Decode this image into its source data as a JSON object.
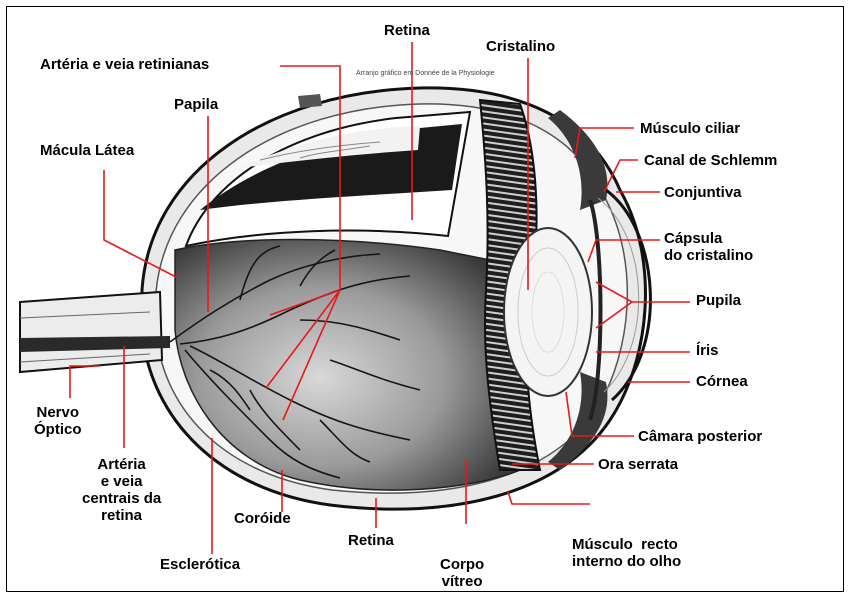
{
  "labels": {
    "retina_top": "Retina",
    "cristalino": "Cristalino",
    "arteria_veia_retinianas": "Artéria e veia retinianas",
    "papila": "Papila",
    "macula_latea": "Mácula Látea",
    "musculo_ciliar": "Músculo ciliar",
    "canal_schlemm": "Canal de Schlemm",
    "conjuntiva": "Conjuntiva",
    "capsula_cristalino": "Cápsula\ndo cristalino",
    "pupila": "Pupila",
    "iris": "Íris",
    "cornea": "Córnea",
    "camara_posterior": "Câmara posterior",
    "ora_serrata": "Ora serrata",
    "musculo_recto": "Músculo  recto\ninterno do olho",
    "nervo_optico": "Nervo\nÓptico",
    "arteria_veia_centrais": "Artéria\ne veia\ncentrais da\nretina",
    "coroide": "Coróide",
    "retina_bottom": "Retina",
    "corpo_vitreo": "Corpo\nvítreo",
    "esclerotica": "Esclerótica"
  },
  "credit_text": "Arranjo gráfico em Donnée de la Physiologie",
  "colors": {
    "leader_line": "#e8181c",
    "text": "#000000",
    "eye_dark": "#2b2b2b",
    "eye_mid": "#8a8a8a",
    "sclera": "#e6e6e6"
  }
}
